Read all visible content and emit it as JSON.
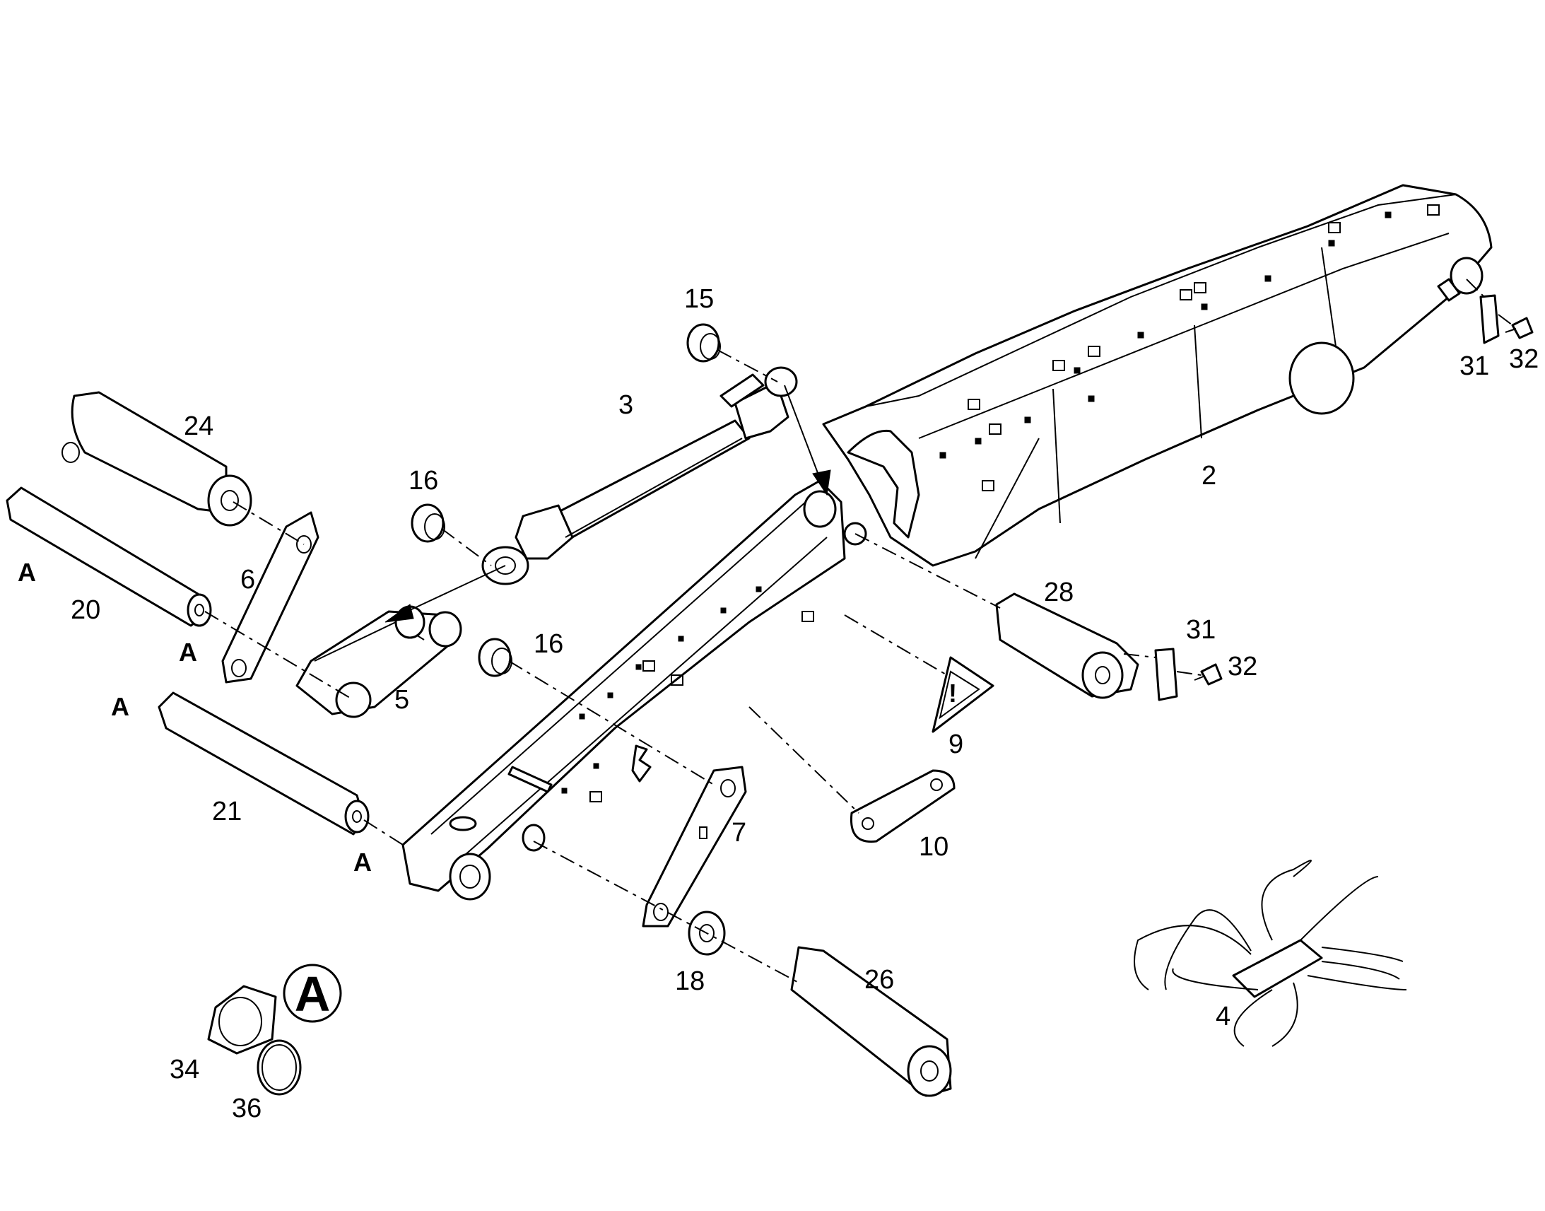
{
  "labels": {
    "p2": "2",
    "p3": "3",
    "p4": "4",
    "p5": "5",
    "p6": "6",
    "p7": "7",
    "p9": "9",
    "p10": "10",
    "p15": "15",
    "p16a": "16",
    "p16b": "16",
    "p18": "18",
    "p20": "20",
    "p21": "21",
    "p24": "24",
    "p26": "26",
    "p28": "28",
    "p31a": "31",
    "p31b": "31",
    "p32a": "32",
    "p32b": "32",
    "p34": "34",
    "p36": "36"
  },
  "markers": {
    "a1": "A",
    "a2": "A",
    "a3": "A",
    "a4": "A",
    "detail": "A",
    "warning_glyph": "!"
  }
}
